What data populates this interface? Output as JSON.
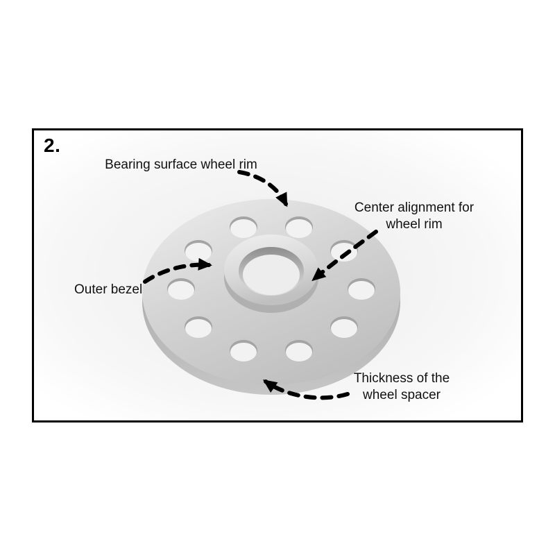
{
  "diagram": {
    "step_number": "2.",
    "labels": {
      "bearing_surface": "Bearing surface wheel rim",
      "center_alignment": [
        "Center alignment for",
        "wheel rim"
      ],
      "outer_bezel": "Outer bezel",
      "thickness": [
        "Thickness of the",
        "wheel spacer"
      ]
    },
    "colors": {
      "frame_border": "#000000",
      "arrow": "#000000",
      "spacer_metal": "#cccccc",
      "text": "#111111"
    }
  }
}
